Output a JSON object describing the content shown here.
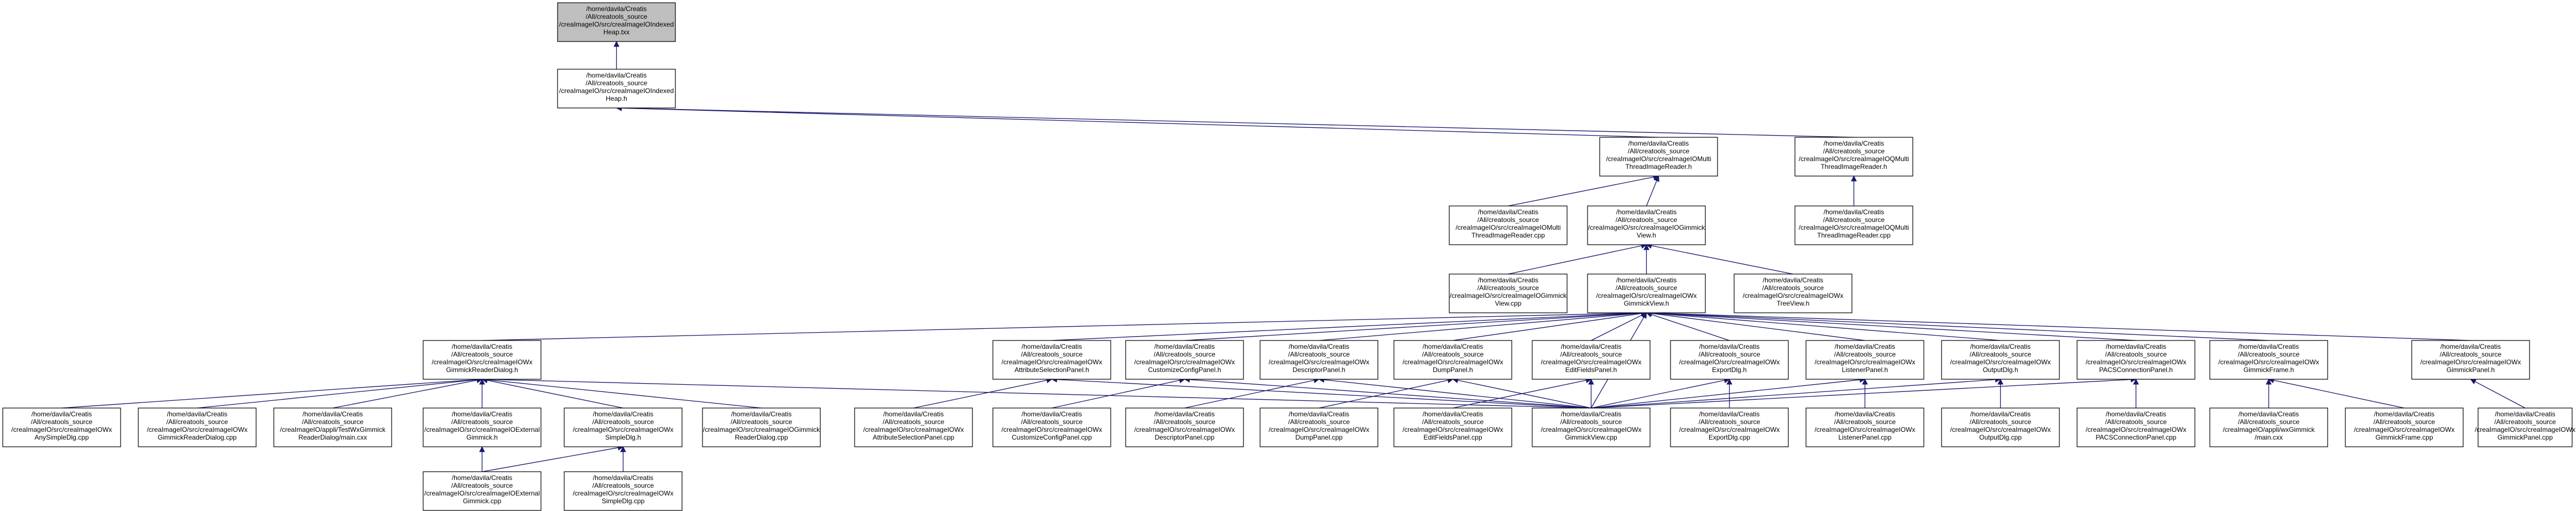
{
  "diagram": {
    "type": "include-dependency-graph",
    "nodes": [
      {
        "id": "root",
        "lines": [
          "/home/davila/Creatis",
          "/All/creatools_source",
          "/creaImageIO/src/creaImageIOIndexed",
          "Heap.txx"
        ],
        "highlight": true
      },
      {
        "id": "indexedHeap_h",
        "lines": [
          "/home/davila/Creatis",
          "/All/creatools_source",
          "/creaImageIO/src/creaImageIOIndexed",
          "Heap.h"
        ]
      },
      {
        "id": "multiReader_h",
        "lines": [
          "/home/davila/Creatis",
          "/All/creatools_source",
          "/creaImageIO/src/creaImageIOMulti",
          "ThreadImageReader.h"
        ]
      },
      {
        "id": "qmultiReader_h",
        "lines": [
          "/home/davila/Creatis",
          "/All/creatools_source",
          "/creaImageIO/src/creaImageIOQMulti",
          "ThreadImageReader.h"
        ]
      },
      {
        "id": "multiReader_cpp",
        "lines": [
          "/home/davila/Creatis",
          "/All/creatools_source",
          "/creaImageIO/src/creaImageIOMulti",
          "ThreadImageReader.cpp"
        ]
      },
      {
        "id": "gimmickView_h",
        "lines": [
          "/home/davila/Creatis",
          "/All/creatools_source",
          "/creaImageIO/src/creaImageIOGimmick",
          "View.h"
        ]
      },
      {
        "id": "qmultiReader_cpp",
        "lines": [
          "/home/davila/Creatis",
          "/All/creatools_source",
          "/creaImageIO/src/creaImageIOQMulti",
          "ThreadImageReader.cpp"
        ]
      },
      {
        "id": "gimmickView_cpp",
        "lines": [
          "/home/davila/Creatis",
          "/All/creatools_source",
          "/creaImageIO/src/creaImageIOGimmick",
          "View.cpp"
        ]
      },
      {
        "id": "wxGimmickView_h",
        "lines": [
          "/home/davila/Creatis",
          "/All/creatools_source",
          "/creaImageIO/src/creaImageIOWx",
          "GimmickView.h"
        ]
      },
      {
        "id": "wxTreeView_h",
        "lines": [
          "/home/davila/Creatis",
          "/All/creatools_source",
          "/creaImageIO/src/creaImageIOWx",
          "TreeView.h"
        ]
      },
      {
        "id": "readerDialog_h",
        "lines": [
          "/home/davila/Creatis",
          "/All/creatools_source",
          "/creaImageIO/src/creaImageIOWx",
          "GimmickReaderDialog.h"
        ]
      },
      {
        "id": "attrSel_h",
        "lines": [
          "/home/davila/Creatis",
          "/All/creatools_source",
          "/creaImageIO/src/creaImageIOWx",
          "AttributeSelectionPanel.h"
        ]
      },
      {
        "id": "custConf_h",
        "lines": [
          "/home/davila/Creatis",
          "/All/creatools_source",
          "/creaImageIO/src/creaImageIOWx",
          "CustomizeConfigPanel.h"
        ]
      },
      {
        "id": "descPanel_h",
        "lines": [
          "/home/davila/Creatis",
          "/All/creatools_source",
          "/creaImageIO/src/creaImageIOWx",
          "DescriptorPanel.h"
        ]
      },
      {
        "id": "dumpPanel_h",
        "lines": [
          "/home/davila/Creatis",
          "/All/creatools_source",
          "/creaImageIO/src/creaImageIOWx",
          "DumpPanel.h"
        ]
      },
      {
        "id": "editFields_h",
        "lines": [
          "/home/davila/Creatis",
          "/All/creatools_source",
          "/creaImageIO/src/creaImageIOWx",
          "EditFieldsPanel.h"
        ]
      },
      {
        "id": "exportDlg_h",
        "lines": [
          "/home/davila/Creatis",
          "/All/creatools_source",
          "/creaImageIO/src/creaImageIOWx",
          "ExportDlg.h"
        ]
      },
      {
        "id": "listener_h",
        "lines": [
          "/home/davila/Creatis",
          "/All/creatools_source",
          "/creaImageIO/src/creaImageIOWx",
          "ListenerPanel.h"
        ]
      },
      {
        "id": "outputDlg_h",
        "lines": [
          "/home/davila/Creatis",
          "/All/creatools_source",
          "/creaImageIO/src/creaImageIOWx",
          "OutputDlg.h"
        ]
      },
      {
        "id": "pacs_h",
        "lines": [
          "/home/davila/Creatis",
          "/All/creatools_source",
          "/creaImageIO/src/creaImageIOWx",
          "PACSConnectionPanel.h"
        ]
      },
      {
        "id": "gimmickFrame_h",
        "lines": [
          "/home/davila/Creatis",
          "/All/creatools_source",
          "/creaImageIO/src/creaImageIOWx",
          "GimmickFrame.h"
        ]
      },
      {
        "id": "gimmickPanel_h",
        "lines": [
          "/home/davila/Creatis",
          "/All/creatools_source",
          "/creaImageIO/src/creaImageIOWx",
          "GimmickPanel.h"
        ]
      },
      {
        "id": "anySimpleDlg_cpp",
        "lines": [
          "/home/davila/Creatis",
          "/All/creatools_source",
          "/creaImageIO/src/creaImageIOWx",
          "AnySimpleDlg.cpp"
        ]
      },
      {
        "id": "readerDialog_cpp",
        "lines": [
          "/home/davila/Creatis",
          "/All/creatools_source",
          "/creaImageIO/src/creaImageIOWx",
          "GimmickReaderDialog.cpp"
        ]
      },
      {
        "id": "testWx_cxx",
        "lines": [
          "/home/davila/Creatis",
          "/All/creatools_source",
          "/creaImageIO/appli/TestWxGimmick",
          "ReaderDialog/main.cxx"
        ]
      },
      {
        "id": "extGimmick_h",
        "lines": [
          "/home/davila/Creatis",
          "/All/creatools_source",
          "/creaImageIO/src/creaImageIOExternal",
          "Gimmick.h"
        ]
      },
      {
        "id": "simpleDlg_h",
        "lines": [
          "/home/davila/Creatis",
          "/All/creatools_source",
          "/creaImageIO/src/creaImageIOWx",
          "SimpleDlg.h"
        ]
      },
      {
        "id": "gimmickReaderDialog2_cpp",
        "lines": [
          "/home/davila/Creatis",
          "/All/creatools_source",
          "/creaImageIO/src/creaImageIOGimmick",
          "ReaderDialog.cpp"
        ]
      },
      {
        "id": "attrSel_cpp",
        "lines": [
          "/home/davila/Creatis",
          "/All/creatools_source",
          "/creaImageIO/src/creaImageIOWx",
          "AttributeSelectionPanel.cpp"
        ]
      },
      {
        "id": "custConf_cpp",
        "lines": [
          "/home/davila/Creatis",
          "/All/creatools_source",
          "/creaImageIO/src/creaImageIOWx",
          "CustomizeConfigPanel.cpp"
        ]
      },
      {
        "id": "descPanel_cpp",
        "lines": [
          "/home/davila/Creatis",
          "/All/creatools_source",
          "/creaImageIO/src/creaImageIOWx",
          "DescriptorPanel.cpp"
        ]
      },
      {
        "id": "dumpPanel_cpp",
        "lines": [
          "/home/davila/Creatis",
          "/All/creatools_source",
          "/creaImageIO/src/creaImageIOWx",
          "DumpPanel.cpp"
        ]
      },
      {
        "id": "editFields_cpp",
        "lines": [
          "/home/davila/Creatis",
          "/All/creatools_source",
          "/creaImageIO/src/creaImageIOWx",
          "EditFieldsPanel.cpp"
        ]
      },
      {
        "id": "wxGimmickView_cpp",
        "lines": [
          "/home/davila/Creatis",
          "/All/creatools_source",
          "/creaImageIO/src/creaImageIOWx",
          "GimmickView.cpp"
        ]
      },
      {
        "id": "exportDlg_cpp",
        "lines": [
          "/home/davila/Creatis",
          "/All/creatools_source",
          "/creaImageIO/src/creaImageIOWx",
          "ExportDlg.cpp"
        ]
      },
      {
        "id": "listener_cpp",
        "lines": [
          "/home/davila/Creatis",
          "/All/creatools_source",
          "/creaImageIO/src/creaImageIOWx",
          "ListenerPanel.cpp"
        ]
      },
      {
        "id": "outputDlg_cpp",
        "lines": [
          "/home/davila/Creatis",
          "/All/creatools_source",
          "/creaImageIO/src/creaImageIOWx",
          "OutputDlg.cpp"
        ]
      },
      {
        "id": "pacs_cpp",
        "lines": [
          "/home/davila/Creatis",
          "/All/creatools_source",
          "/creaImageIO/src/creaImageIOWx",
          "PACSConnectionPanel.cpp"
        ]
      },
      {
        "id": "appliGimmick_cxx",
        "lines": [
          "/home/davila/Creatis",
          "/All/creatools_source",
          "/creaImageIO/appli/wxGimmick",
          "/main.cxx"
        ]
      },
      {
        "id": "gimmickFrame_cpp",
        "lines": [
          "/home/davila/Creatis",
          "/All/creatools_source",
          "/creaImageIO/src/creaImageIOWx",
          "GimmickFrame.cpp"
        ]
      },
      {
        "id": "gimmickPanel_cpp",
        "lines": [
          "/home/davila/Creatis",
          "/All/creatools_source",
          "/creaImageIO/src/creaImageIOWx",
          "GimmickPanel.cpp"
        ]
      },
      {
        "id": "extGimmick_cpp",
        "lines": [
          "/home/davila/Creatis",
          "/All/creatools_source",
          "/creaImageIO/src/creaImageIOExternal",
          "Gimmick.cpp"
        ]
      },
      {
        "id": "simpleDlg_cpp",
        "lines": [
          "/home/davila/Creatis",
          "/All/creatools_source",
          "/creaImageIO/src/creaImageIOWx",
          "SimpleDlg.cpp"
        ]
      }
    ],
    "edges": [
      {
        "from": "indexedHeap_h",
        "to": "root"
      },
      {
        "from": "multiReader_h",
        "to": "indexedHeap_h"
      },
      {
        "from": "qmultiReader_h",
        "to": "indexedHeap_h"
      },
      {
        "from": "multiReader_cpp",
        "to": "multiReader_h"
      },
      {
        "from": "gimmickView_h",
        "to": "multiReader_h"
      },
      {
        "from": "qmultiReader_cpp",
        "to": "qmultiReader_h"
      },
      {
        "from": "gimmickView_cpp",
        "to": "gimmickView_h"
      },
      {
        "from": "wxGimmickView_h",
        "to": "gimmickView_h"
      },
      {
        "from": "wxTreeView_h",
        "to": "gimmickView_h"
      },
      {
        "from": "readerDialog_h",
        "to": "wxGimmickView_h"
      },
      {
        "from": "attrSel_h",
        "to": "wxGimmickView_h"
      },
      {
        "from": "custConf_h",
        "to": "wxGimmickView_h"
      },
      {
        "from": "descPanel_h",
        "to": "wxGimmickView_h"
      },
      {
        "from": "dumpPanel_h",
        "to": "wxGimmickView_h"
      },
      {
        "from": "editFields_h",
        "to": "wxGimmickView_h"
      },
      {
        "from": "exportDlg_h",
        "to": "wxGimmickView_h"
      },
      {
        "from": "listener_h",
        "to": "wxGimmickView_h"
      },
      {
        "from": "outputDlg_h",
        "to": "wxGimmickView_h"
      },
      {
        "from": "pacs_h",
        "to": "wxGimmickView_h"
      },
      {
        "from": "gimmickFrame_h",
        "to": "wxGimmickView_h"
      },
      {
        "from": "gimmickPanel_h",
        "to": "wxGimmickView_h"
      },
      {
        "from": "wxGimmickView_cpp",
        "to": "wxGimmickView_h"
      },
      {
        "from": "anySimpleDlg_cpp",
        "to": "readerDialog_h"
      },
      {
        "from": "readerDialog_cpp",
        "to": "readerDialog_h"
      },
      {
        "from": "testWx_cxx",
        "to": "readerDialog_h"
      },
      {
        "from": "extGimmick_h",
        "to": "readerDialog_h"
      },
      {
        "from": "simpleDlg_h",
        "to": "readerDialog_h"
      },
      {
        "from": "gimmickReaderDialog2_cpp",
        "to": "readerDialog_h"
      },
      {
        "from": "extGimmick_cpp",
        "to": "extGimmick_h"
      },
      {
        "from": "extGimmick_cpp",
        "to": "simpleDlg_h"
      },
      {
        "from": "simpleDlg_cpp",
        "to": "simpleDlg_h"
      },
      {
        "from": "attrSel_cpp",
        "to": "attrSel_h"
      },
      {
        "from": "custConf_cpp",
        "to": "custConf_h"
      },
      {
        "from": "descPanel_cpp",
        "to": "descPanel_h"
      },
      {
        "from": "dumpPanel_cpp",
        "to": "dumpPanel_h"
      },
      {
        "from": "editFields_cpp",
        "to": "editFields_h"
      },
      {
        "from": "exportDlg_cpp",
        "to": "exportDlg_h"
      },
      {
        "from": "listener_cpp",
        "to": "listener_h"
      },
      {
        "from": "outputDlg_cpp",
        "to": "outputDlg_h"
      },
      {
        "from": "pacs_cpp",
        "to": "pacs_h"
      },
      {
        "from": "appliGimmick_cxx",
        "to": "gimmickFrame_h"
      },
      {
        "from": "gimmickFrame_cpp",
        "to": "gimmickFrame_h"
      },
      {
        "from": "gimmickPanel_cpp",
        "to": "gimmickPanel_h"
      },
      {
        "from": "wxGimmickView_cpp",
        "to": "custConf_h"
      },
      {
        "from": "wxGimmickView_cpp",
        "to": "attrSel_h"
      },
      {
        "from": "wxGimmickView_cpp",
        "to": "descPanel_h"
      },
      {
        "from": "wxGimmickView_cpp",
        "to": "dumpPanel_h"
      },
      {
        "from": "wxGimmickView_cpp",
        "to": "editFields_h"
      },
      {
        "from": "wxGimmickView_cpp",
        "to": "exportDlg_h"
      },
      {
        "from": "wxGimmickView_cpp",
        "to": "listener_h"
      },
      {
        "from": "wxGimmickView_cpp",
        "to": "outputDlg_h"
      },
      {
        "from": "wxGimmickView_cpp",
        "to": "pacs_h"
      },
      {
        "from": "wxGimmickView_cpp",
        "to": "readerDialog_h"
      }
    ]
  },
  "colors": {
    "edge": "#191970",
    "highlight_fill": "#bfbfbf",
    "box_fill": "#ffffff",
    "border": "#000000"
  }
}
